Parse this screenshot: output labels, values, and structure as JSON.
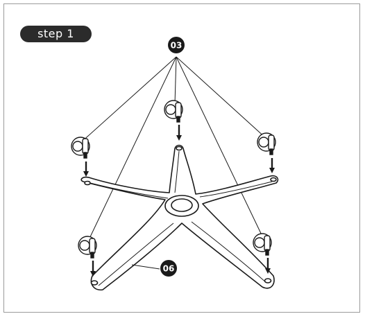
{
  "step_label": "step 1",
  "parts": {
    "caster": {
      "callout": "03"
    },
    "base": {
      "callout": "06"
    }
  },
  "colors": {
    "line": "#1a1a1a",
    "badge": "#2b2b2b",
    "frame": "#9a9a9a"
  }
}
